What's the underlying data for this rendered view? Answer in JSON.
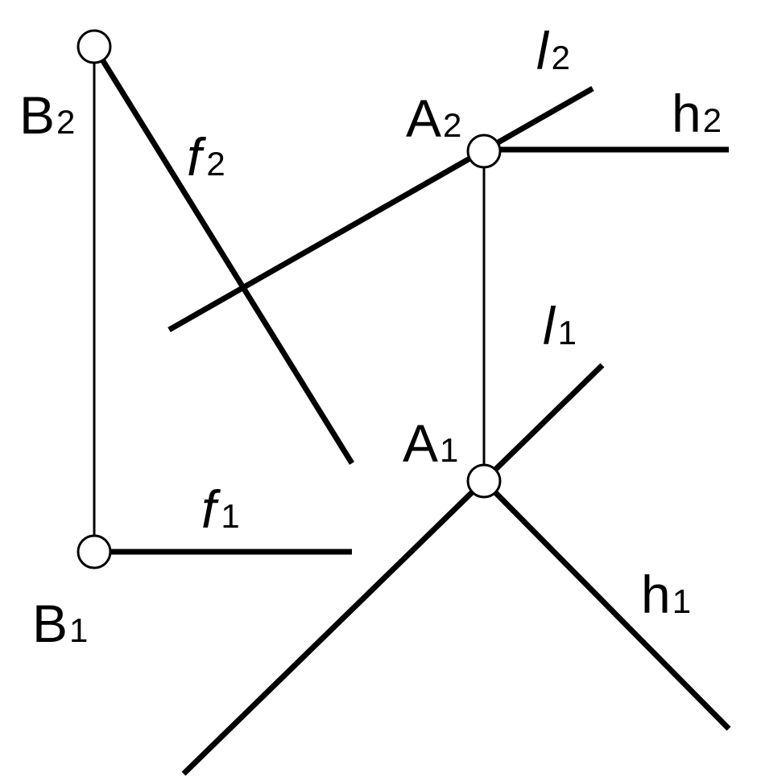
{
  "points": {
    "B2": {
      "main": "B",
      "sub": "2"
    },
    "B1": {
      "main": "B",
      "sub": "1"
    },
    "A2": {
      "main": "A",
      "sub": "2"
    },
    "A1": {
      "main": "A",
      "sub": "1"
    }
  },
  "lines": {
    "f2": {
      "main": "f",
      "sub": "2"
    },
    "f1": {
      "main": "f",
      "sub": "1"
    },
    "l2": {
      "main": "l",
      "sub": "2"
    },
    "l1": {
      "main": "l",
      "sub": "1"
    },
    "h2": {
      "main": "h",
      "sub": "2"
    },
    "h1": {
      "main": "h",
      "sub": "1"
    }
  }
}
